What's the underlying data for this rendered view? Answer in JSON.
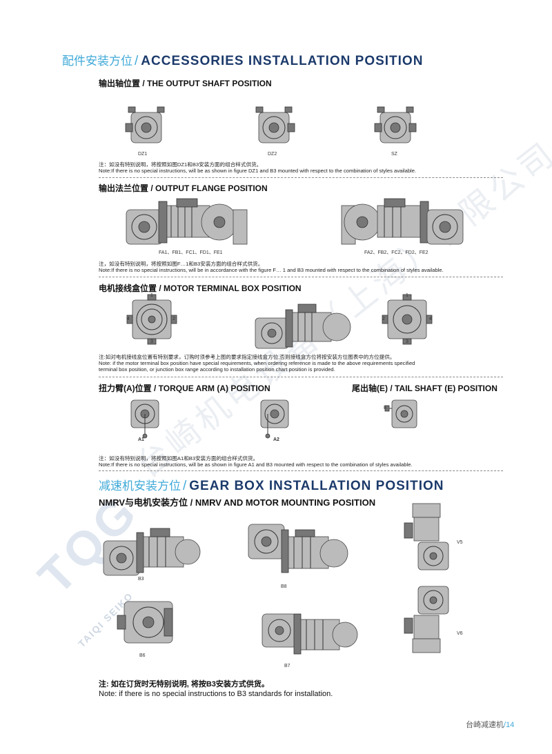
{
  "section1": {
    "title_cn": "配件安装方位",
    "slash": "/",
    "title_en": "ACCESSORIES INSTALLATION POSITION"
  },
  "output_shaft": {
    "heading": "输出轴位置 / THE OUTPUT SHAFT POSITION",
    "labels": [
      "DZ1",
      "DZ2",
      "SZ"
    ],
    "note_cn": "注：如没有特别说明，将按照如图DZ1和B3安装方面的组合样式供货。",
    "note_en": "Note:If there is no special instructions, will be as shown in figure DZ1 and B3 mounted with respect to the combination of styles available."
  },
  "output_flange": {
    "heading": "输出法兰位置 / OUTPUT FLANGE POSITION",
    "labels": [
      "FA1、FB1、FC1、FD1、FE1",
      "FA2、FB2、FC2、FD2、FE2"
    ],
    "note_cn": "注，如没有特别说明，将按照如图F…1和B3安装方面的组合样式供货。",
    "note_en": "Note:If there is no special instructions, will be in accordance with the figure F… 1 and B3 mounted with respect to the combination of styles available."
  },
  "terminal_box": {
    "heading": "电机接线盒位置 / MOTOR TERMINAL BOX POSITION",
    "pos_labels": [
      "1",
      "2",
      "3",
      "4"
    ],
    "note_cn": "注:如对电机接线盒位置有特别要求，订购时须参考上图的要求指定接线盒方位,否则接线盒方位将按安装方位图表中的方位提供。",
    "note_en1": "Note: if the motor terminal box position have special requirements, when ordering reference is made to the above requirements specified",
    "note_en2": "terminal box position, or junction box range according to installation position chart position is provided."
  },
  "torque_arm": {
    "heading": "扭力臂(A)位置 / TORQUE ARM (A) POSITION",
    "labels": [
      "A1",
      "A2"
    ]
  },
  "tail_shaft": {
    "heading": "尾出轴(E) / TAIL SHAFT (E) POSITION",
    "label": "E"
  },
  "torque_note": {
    "note_cn": "注：如没有特别说明，将按照如图A1和B3安装方面的组合样式供货。",
    "note_en": "Note:If there is no special instructions, will be as shown in figure A1 and B3 mounted with respect to the combination of styles available."
  },
  "section2": {
    "title_cn": "减速机安装方位",
    "slash": "/",
    "title_en": "GEAR BOX INSTALLATION POSITION",
    "subheading": "NMRV与电机安装方位 / NMRV AND MOTOR MOUNTING POSITION",
    "labels": [
      "B3",
      "B8",
      "V5",
      "B6",
      "B7",
      "V6"
    ],
    "note_cn": "注: 如在订货时无特别说明, 将按B3安装方式供货。",
    "note_en": "Note: if there is no special instructions to B3 standards for installation."
  },
  "watermark": {
    "logo": "TQG",
    "brand": "TAIQI SEIKO",
    "company": "台崎机电设备（上海）有限公司"
  },
  "footer": {
    "text": "台崎减速机",
    "slash": "/",
    "page": "14"
  }
}
